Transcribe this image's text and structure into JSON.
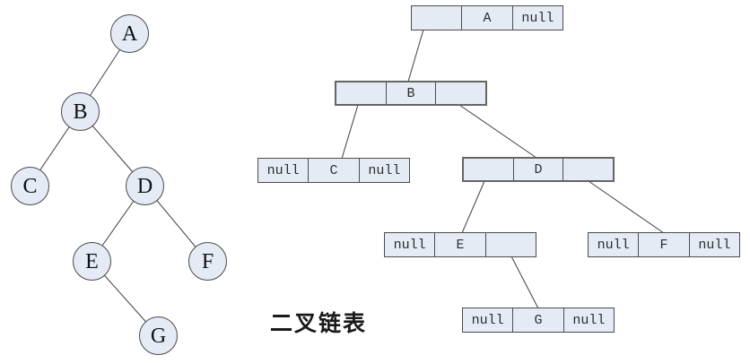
{
  "caption": {
    "text": "二叉链表"
  },
  "tree": {
    "nodes": [
      {
        "id": "A",
        "label": "A"
      },
      {
        "id": "B",
        "label": "B"
      },
      {
        "id": "C",
        "label": "C"
      },
      {
        "id": "D",
        "label": "D"
      },
      {
        "id": "E",
        "label": "E"
      },
      {
        "id": "F",
        "label": "F"
      },
      {
        "id": "G",
        "label": "G"
      }
    ],
    "edges": [
      "A-B",
      "B-C",
      "B-D",
      "D-E",
      "D-F",
      "E-G"
    ]
  },
  "llist": {
    "cells": [
      "lchild",
      "data",
      "rchild"
    ],
    "nodes": [
      {
        "id": "A",
        "lchild": "",
        "data": "A",
        "rchild": "null"
      },
      {
        "id": "B",
        "lchild": "",
        "data": "B",
        "rchild": ""
      },
      {
        "id": "C",
        "lchild": "null",
        "data": "C",
        "rchild": "null"
      },
      {
        "id": "D",
        "lchild": "",
        "data": "D",
        "rchild": ""
      },
      {
        "id": "E",
        "lchild": "null",
        "data": "E",
        "rchild": ""
      },
      {
        "id": "F",
        "lchild": "null",
        "data": "F",
        "rchild": "null"
      },
      {
        "id": "G",
        "lchild": "null",
        "data": "G",
        "rchild": "null"
      }
    ],
    "links": [
      "A.lchild-B",
      "B.lchild-C",
      "B.rchild-D",
      "D.lchild-E",
      "D.rchild-F",
      "E.rchild-G"
    ]
  }
}
